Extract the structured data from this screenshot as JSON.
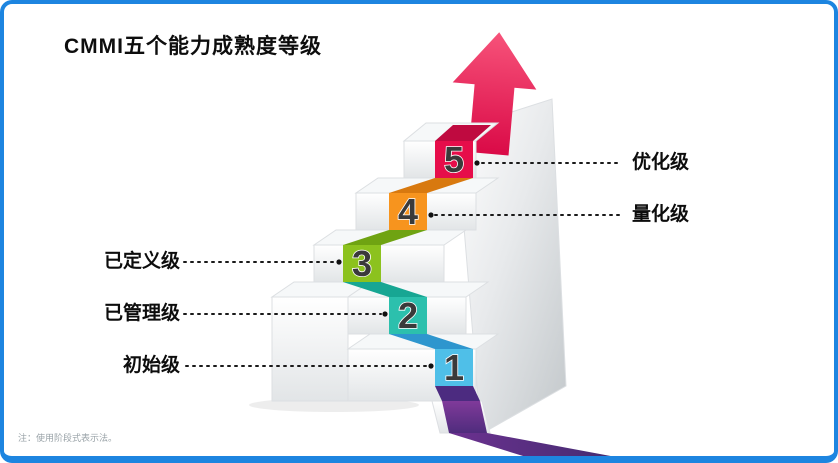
{
  "title": "CMMI五个能力成熟度等级",
  "note": "注：使用阶段式表示法。",
  "diagram": {
    "type": "staircase-maturity-model",
    "direction": "ascending with upward arrow",
    "arrow_color": "#e60d4a",
    "base_ribbon_color": "#6c3190",
    "border_color": "#1d85e0",
    "levels": [
      {
        "num": "1",
        "label": "初始级",
        "side": "left",
        "color": "#4fbfe8"
      },
      {
        "num": "2",
        "label": "已管理级",
        "side": "left",
        "color": "#2cc0ad"
      },
      {
        "num": "3",
        "label": "已定义级",
        "side": "left",
        "color": "#8cc21e"
      },
      {
        "num": "4",
        "label": "量化级",
        "side": "right",
        "color": "#f7941e"
      },
      {
        "num": "5",
        "label": "优化级",
        "side": "right",
        "color": "#e60d4a"
      }
    ]
  }
}
